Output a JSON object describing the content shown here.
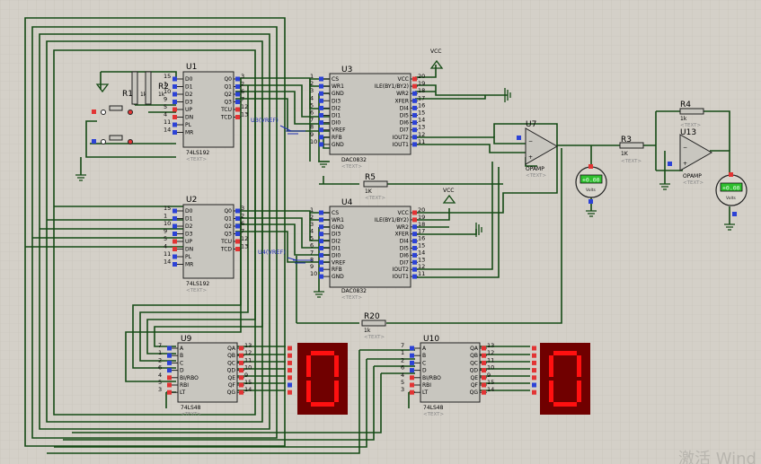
{
  "colors": {
    "background": "#d4d0c8",
    "grid": "#c3c0b6",
    "wire": "#154a15",
    "chip_fill": "#c8c6bf",
    "pin_red": "#e23434",
    "pin_blue": "#2c42d6",
    "display_bg": "#700000",
    "segment_on": "#ff1010",
    "meter_lcd": "#2fbf2f"
  },
  "text_placeholder": "<TEXT>",
  "vcc": "VCC",
  "dac_pins_left": [
    {
      "n": "1",
      "l": "CS"
    },
    {
      "n": "2",
      "l": "WR1"
    },
    {
      "n": "3",
      "l": "GND"
    },
    {
      "n": "4",
      "l": "DI3"
    },
    {
      "n": "5",
      "l": "DI2"
    },
    {
      "n": "6",
      "l": "DI1"
    },
    {
      "n": "7",
      "l": "DI0"
    },
    {
      "n": "8",
      "l": "VREF"
    },
    {
      "n": "9",
      "l": "RFB"
    },
    {
      "n": "10",
      "l": "GND"
    }
  ],
  "dac_pins_right": [
    {
      "n": "20",
      "l": "VCC"
    },
    {
      "n": "19",
      "l": "ILE(BY1/BY2)"
    },
    {
      "n": "18",
      "l": "WR2"
    },
    {
      "n": "17",
      "l": "XFER"
    },
    {
      "n": "16",
      "l": "DI4"
    },
    {
      "n": "15",
      "l": "DI5"
    },
    {
      "n": "14",
      "l": "DI6"
    },
    {
      "n": "13",
      "l": "DI7"
    },
    {
      "n": "12",
      "l": "IOUT2"
    },
    {
      "n": "11",
      "l": "IOUT1"
    }
  ],
  "counter_pins_left": [
    {
      "n": "15",
      "l": "D0"
    },
    {
      "n": "1",
      "l": "D1"
    },
    {
      "n": "10",
      "l": "D2"
    },
    {
      "n": "9",
      "l": "D3"
    },
    {
      "n": "5",
      "l": "UP"
    },
    {
      "n": "4",
      "l": "DN"
    },
    {
      "n": "11",
      "l": "PL"
    },
    {
      "n": "14",
      "l": "MR"
    }
  ],
  "counter_pins_right": [
    {
      "n": "3",
      "l": "Q0"
    },
    {
      "n": "2",
      "l": "Q1"
    },
    {
      "n": "6",
      "l": "Q2"
    },
    {
      "n": "7",
      "l": "Q3"
    },
    {
      "n": "12",
      "l": "TCU"
    },
    {
      "n": "13",
      "l": "TCD"
    }
  ],
  "decoder_pins_left": [
    {
      "n": "7",
      "l": "A"
    },
    {
      "n": "1",
      "l": "B"
    },
    {
      "n": "2",
      "l": "C"
    },
    {
      "n": "6",
      "l": "D"
    },
    {
      "n": "4",
      "l": "BI/RBO"
    },
    {
      "n": "5",
      "l": "RBI"
    },
    {
      "n": "3",
      "l": "LT"
    }
  ],
  "decoder_pins_right": [
    {
      "n": "13",
      "l": "QA"
    },
    {
      "n": "12",
      "l": "QB"
    },
    {
      "n": "11",
      "l": "QC"
    },
    {
      "n": "10",
      "l": "QD"
    },
    {
      "n": "9",
      "l": "QE"
    },
    {
      "n": "15",
      "l": "QF"
    },
    {
      "n": "14",
      "l": "QG"
    }
  ],
  "components": {
    "U1": {
      "ref": "U1",
      "part": "74LS192"
    },
    "U2": {
      "ref": "U2",
      "part": "74LS192"
    },
    "U3": {
      "ref": "U3",
      "part": "DAC0832"
    },
    "U4": {
      "ref": "U4",
      "part": "DAC0832"
    },
    "U7": {
      "ref": "U7",
      "part": "OPAMP"
    },
    "U13": {
      "ref": "U13",
      "part": "OPAMP"
    },
    "U9": {
      "ref": "U9",
      "part": "74LS48"
    },
    "U10": {
      "ref": "U10",
      "part": "74LS48"
    },
    "R1": {
      "ref": "R1",
      "value": "1k"
    },
    "R2": {
      "ref": "R2",
      "value": "1k"
    },
    "R3": {
      "ref": "R3",
      "value": "1K"
    },
    "R4": {
      "ref": "R4",
      "value": "1k"
    },
    "R5": {
      "ref": "R5",
      "value": "1K"
    },
    "R20": {
      "ref": "R20",
      "value": "1k"
    }
  },
  "vref_labels": {
    "u3": "U3(VREF)",
    "u4": "U4(VREF)"
  },
  "meters": {
    "m1": {
      "reading": "+0.00",
      "unit": "Volts"
    },
    "m2": {
      "reading": "+0.00",
      "unit": "Volts"
    }
  },
  "displays": {
    "d1": "0",
    "d2": "0"
  },
  "watermark": "激活 Wind"
}
